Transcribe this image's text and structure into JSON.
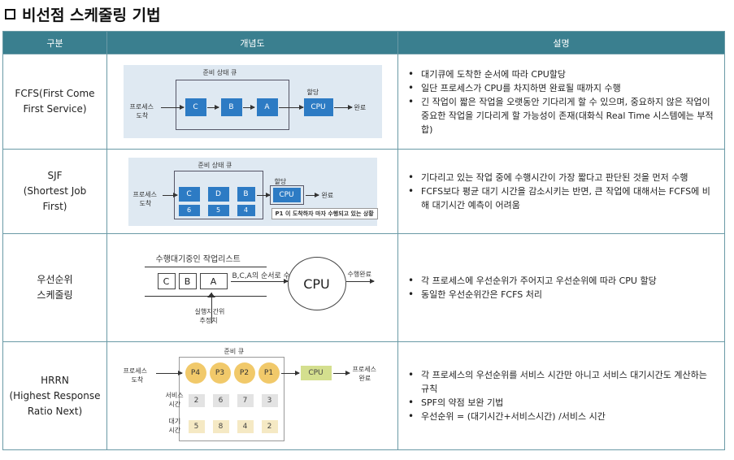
{
  "title": "비선점 스케줄링 기법",
  "headers": {
    "category": "구분",
    "concept": "개념도",
    "description": "설명"
  },
  "rows": {
    "fcfs": {
      "category": [
        "FCFS(First Come",
        "First Service)"
      ],
      "diagram": {
        "queue_label": "준비 상태 큐",
        "process_arrive": "프로세스",
        "arrive": "도착",
        "boxes": [
          "C",
          "B",
          "A"
        ],
        "alloc_label": "할당",
        "cpu": "CPU",
        "done": "완료"
      },
      "bullets": [
        "대기큐에 도착한 순서에 따라 CPU할당",
        "일단 프로세스가 CPU를 차지하면 완료될 때까지 수행",
        "긴 작업이 짧은 작업을 오랫동안 기다리게 할 수 있으며, 중요하지 않은 작업이 중요한 작업을 기다리게 할 가능성이 존재(대화식 Real Time 시스템에는 부적합)"
      ]
    },
    "sjf": {
      "category": [
        "SJF",
        "(Shortest Job",
        "First)"
      ],
      "diagram": {
        "queue_label": "준비 상태 큐",
        "process_arrive": "프로세스",
        "arrive": "도착",
        "boxes": [
          "C",
          "D",
          "B"
        ],
        "times": [
          "6",
          "5",
          "4"
        ],
        "alloc_label": "할당",
        "cpu": "CPU",
        "done": "완료",
        "note": "P1 이 도착하자 마자 수행되고 있는 상황"
      },
      "bullets": [
        "기다리고 있는 작업 중에 수행시간이 가장 짧다고 판단된 것을 먼저 수행",
        "FCFS보다 평균 대기 시간을 감소시키는 반면, 큰 작업에 대해서는 FCFS에 비해 대기시간 예측이 어려움"
      ]
    },
    "priority": {
      "category": [
        "우선순위",
        "스케줄링"
      ],
      "diagram": {
        "list_label": "수행대기중인 작업리스트",
        "boxes": [
          "C",
          "B",
          "A"
        ],
        "order_label": "B,C,A의 순서로 수행",
        "cpu": "CPU",
        "done": "수행완료",
        "prio_label_1": "실행지간위",
        "prio_label_2": "추정치"
      },
      "bullets": [
        "각 프로세스에 우선순위가 주어지고 우선순위에 따라 CPU 할당",
        "동일한 우선순위간은 FCFS 처리"
      ]
    },
    "hrrn": {
      "category": [
        "HRRN",
        "(Highest Response",
        "Ratio Next)"
      ],
      "diagram": {
        "queue_label": "준비 큐",
        "process_arrive": "프로세스",
        "arrive": "도착",
        "processes": [
          "P4",
          "P3",
          "P2",
          "P1"
        ],
        "service_label_1": "서비스",
        "service_label_2": "시간",
        "service": [
          "2",
          "6",
          "7",
          "3"
        ],
        "wait_label_1": "대기",
        "wait_label_2": "시간",
        "wait": [
          "5",
          "8",
          "4",
          "2"
        ],
        "cpu": "CPU",
        "done_1": "프로세스",
        "done_2": "완료"
      },
      "bullets": [
        "각 프로세스의 우선순위를 서비스 시간만 아니고 서비스 대기시간도 계산하는 규칙",
        "SPF의 약점 보완 기법",
        "우선순위 = (대기시간+서비스시간) /서비스 시간"
      ]
    }
  },
  "colors": {
    "header_bg": "#3a7f8f",
    "queue_blue": "#2d7bc4",
    "process_yellow": "#f1c96a"
  }
}
